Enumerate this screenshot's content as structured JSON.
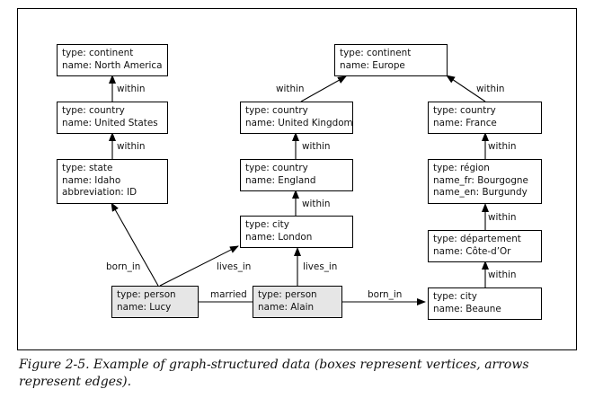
{
  "nodes": {
    "north_america": {
      "type": "type: continent",
      "name": "name: North America"
    },
    "united_states": {
      "type": "type: country",
      "name": "name: United States"
    },
    "idaho": {
      "type": "type: state",
      "name": "name: Idaho",
      "extra": "abbreviation: ID"
    },
    "europe": {
      "type": "type: continent",
      "name": "name: Europe"
    },
    "united_kingdom": {
      "type": "type: country",
      "name": "name: United Kingdom"
    },
    "england": {
      "type": "type: country",
      "name": "name: England"
    },
    "london": {
      "type": "type: city",
      "name": "name: London"
    },
    "france": {
      "type": "type: country",
      "name": "name: France"
    },
    "bourgogne": {
      "type": "type: région",
      "name": "name_fr: Bourgogne",
      "extra": "name_en: Burgundy"
    },
    "cote_dor": {
      "type": "type: département",
      "name": "name: Côte-d’Or"
    },
    "beaune": {
      "type": "type: city",
      "name": "name: Beaune"
    },
    "lucy": {
      "type": "type: person",
      "name": "name: Lucy"
    },
    "alain": {
      "type": "type: person",
      "name": "name: Alain"
    }
  },
  "edges": {
    "within": "within",
    "born_in": "born_in",
    "lives_in": "lives_in",
    "married": "married"
  },
  "caption": "Figure 2-5. Example of graph-structured data (boxes represent vertices, arrows represent edges).",
  "colors": {
    "person_fill": "#e6e6e6",
    "stroke": "#000000"
  }
}
